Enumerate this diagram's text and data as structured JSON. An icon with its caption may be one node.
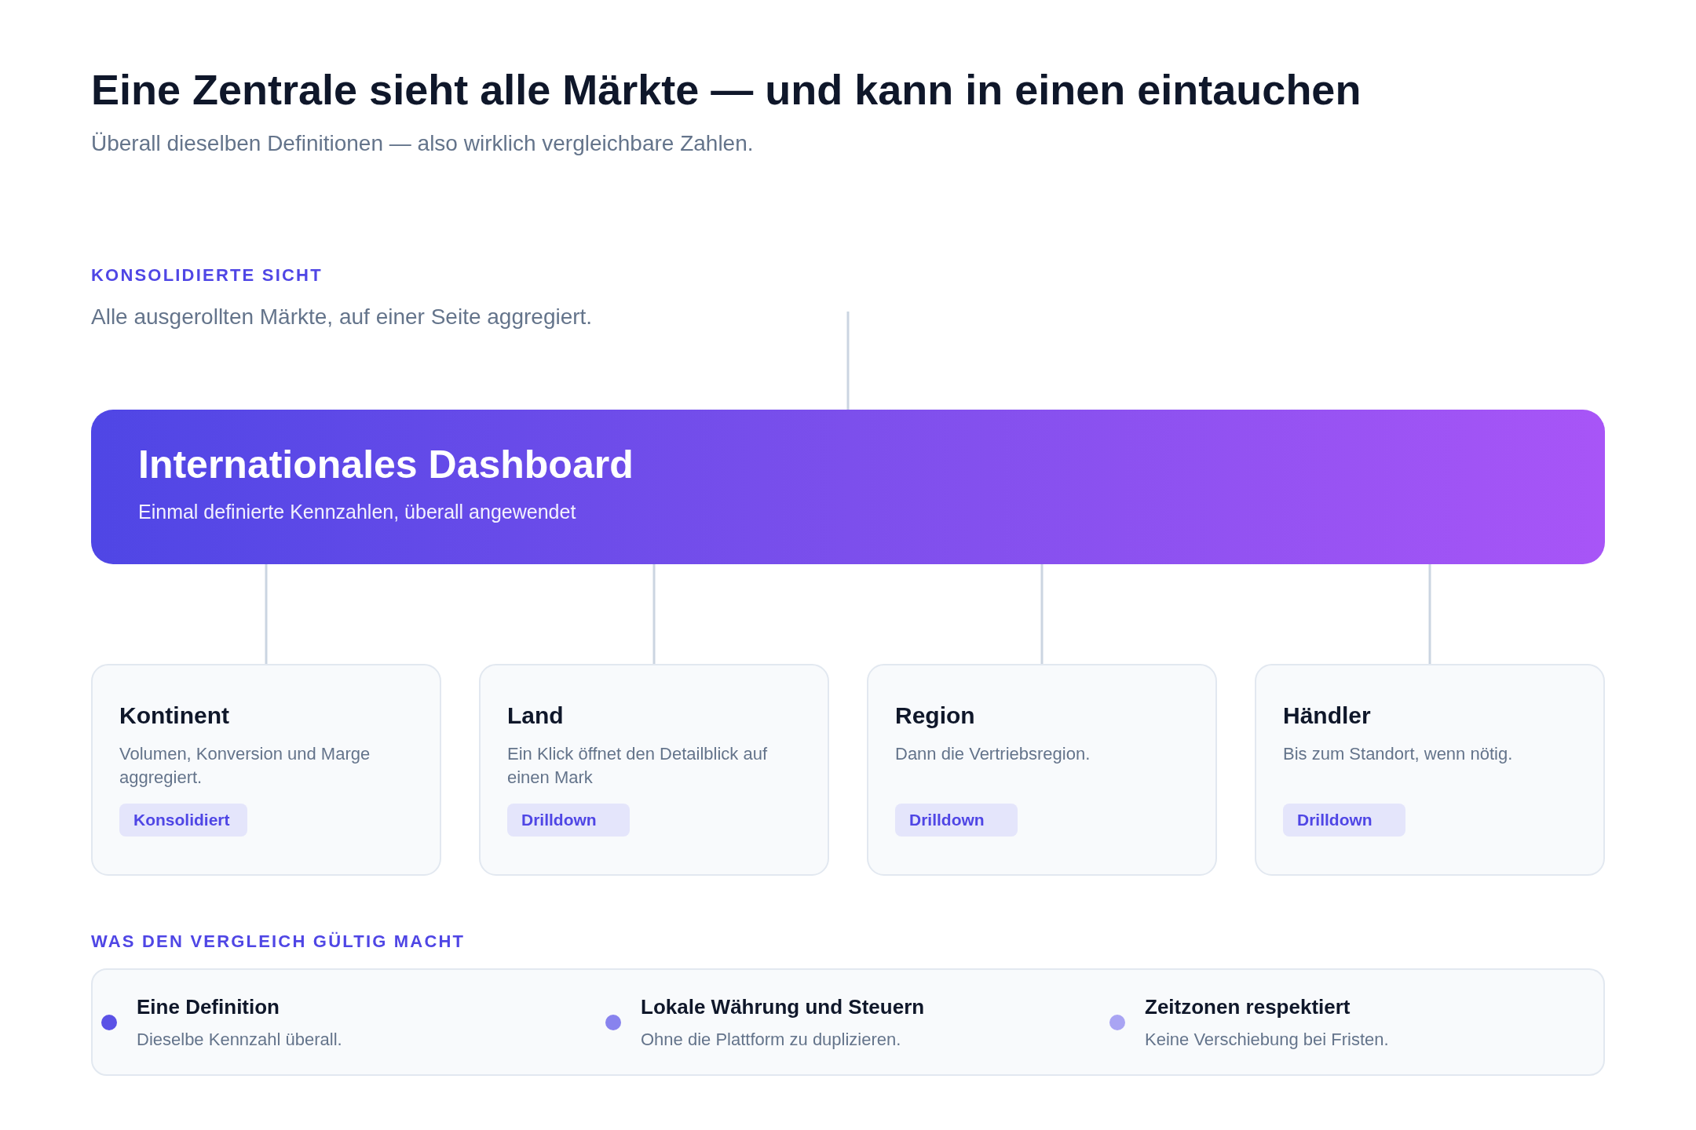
{
  "diagram": {
    "title": "Eine Zentrale sieht alle Märkte — und kann in einen eintauchen",
    "nodes": [
      {
        "text": [
          "Internationales Dashboard",
          "Einmal definierte Kennzahlen, überall angewendet"
        ]
      },
      {
        "text": [
          "Kontinent",
          "Volumen, Konversion und Marge aggregiert."
        ]
      },
      {
        "text": [
          "Konsolidiert"
        ],
        "in": 1
      },
      {
        "text": [
          "Land",
          "Ein Klick öffnet den Detailblick auf einen Mark"
        ]
      },
      {
        "text": [
          "Drilldown"
        ],
        "in": 3
      },
      {
        "text": [
          "Region",
          "Dann die Vertriebsregion."
        ]
      },
      {
        "text": [
          "Drilldown"
        ],
        "in": 5
      },
      {
        "text": [
          "Händler",
          "Bis zum Standort, wenn nötig."
        ]
      },
      {
        "text": [
          "Drilldown"
        ],
        "in": 7
      },
      {
        "text": [
          "Eine Definition",
          "Dieselbe Kennzahl überall.",
          "Lokale Währung und Steuern",
          "Ohne die Plattform zu duplizieren.",
          "Zeitzonen respektiert",
          "Keine Verschiebung bei Fristen."
        ]
      }
    ],
    "edges": [
      {
        "from": null,
        "to": 0,
        "arrow": "none"
      },
      {
        "from": 0,
        "to": 1,
        "arrow": "none"
      },
      {
        "from": 0,
        "to": 3,
        "arrow": "none"
      },
      {
        "from": 0,
        "to": 5,
        "arrow": "none"
      },
      {
        "from": 0,
        "to": 7,
        "arrow": "none"
      }
    ],
    "labels": [
      "Überall dieselben Definitionen — also wirklich vergleichbare Zahlen.",
      "KONSOLIDIERTE SICHT",
      "Alle ausgerollten Märkte, auf einer Seite aggregiert.",
      "WAS DEN VERGLEICH GÜLTIG MACHT"
    ]
  }
}
